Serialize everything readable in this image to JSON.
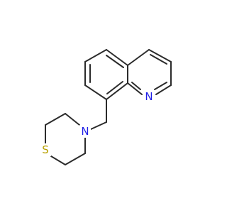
{
  "molecule": {
    "atoms": [
      {
        "id": "n_quinoline",
        "label": "N",
        "color": "#1f1fe6"
      },
      {
        "id": "n_thiomorpholine",
        "label": "N",
        "color": "#1f1fe6"
      },
      {
        "id": "s_thiomorpholine",
        "label": "S",
        "color": "#b8a000"
      }
    ],
    "bond_color": "#2b2b2b"
  }
}
